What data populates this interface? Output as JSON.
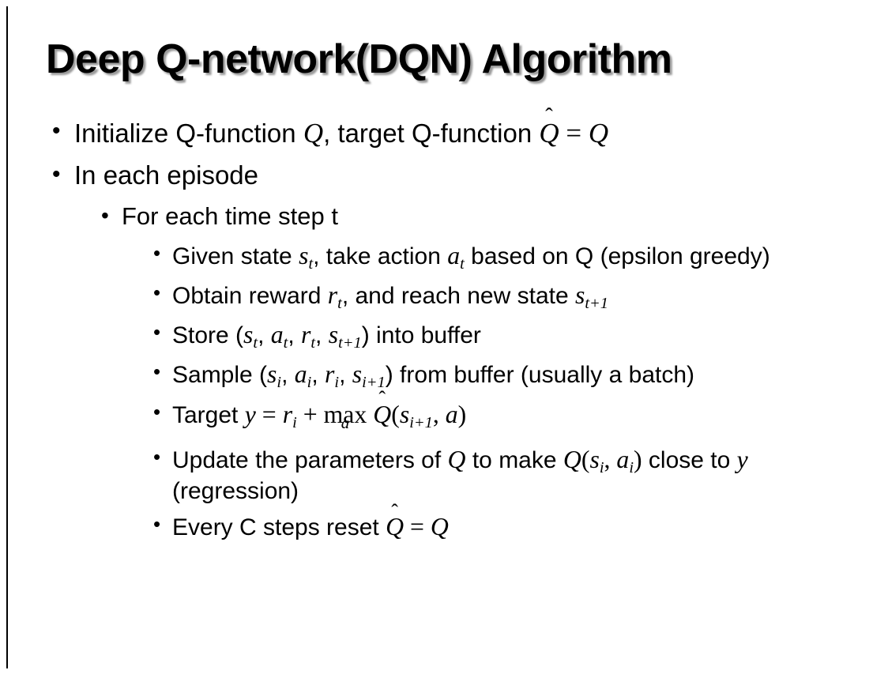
{
  "slide": {
    "title": "Deep Q-network(DQN) Algorithm",
    "background_color": "#ffffff",
    "text_color": "#000000",
    "rule_color": "#000000",
    "bullet_glyph": "•"
  },
  "content": {
    "b1": {
      "level": 1,
      "pre": "Initialize Q-function ",
      "var1": "Q",
      "mid": ", target Q-function ",
      "qhat": "Q",
      "hat": "̂",
      "eq": "=",
      "var2": "Q"
    },
    "b2": {
      "level": 1,
      "text": "In each episode"
    },
    "b3": {
      "level": 2,
      "text": "For each time step t"
    },
    "b4": {
      "level": 3,
      "pre": "Given state ",
      "v1": "s",
      "v1sub": "t",
      "mid": ", take action ",
      "v2": "a",
      "v2sub": "t",
      "post": " based on Q (epsilon greedy)"
    },
    "b5": {
      "level": 3,
      "pre": "Obtain reward ",
      "v1": "r",
      "v1sub": "t",
      "mid": ", and reach new state ",
      "v2": "s",
      "v2sub": "t+1"
    },
    "b6": {
      "level": 3,
      "pre": "Store (",
      "v1": "s",
      "v1sub": "t",
      "sep1": ", ",
      "v2": "a",
      "v2sub": "t",
      "sep2": ", ",
      "v3": "r",
      "v3sub": "t",
      "sep3": ", ",
      "v4": "s",
      "v4sub": "t+1",
      "post": ") into buffer"
    },
    "b7": {
      "level": 3,
      "pre": "Sample (",
      "v1": "s",
      "v1sub": "i",
      "sep1": ", ",
      "v2": "a",
      "v2sub": "i",
      "sep2": ", ",
      "v3": "r",
      "v3sub": "i",
      "sep3": ", ",
      "v4": "s",
      "v4sub": "i+1",
      "post": ") from buffer (usually a batch)"
    },
    "b8": {
      "level": 3,
      "pre": "Target ",
      "y": "y",
      "eq": "=",
      "r": "r",
      "rsub": "i",
      "plus": "+",
      "max": "max",
      "maxlimit": "a",
      "qhat": "Q",
      "hat": "̂",
      "open": "(",
      "s": "s",
      "ssub": "i+1",
      "comma": ", ",
      "a": "a",
      "close": ")"
    },
    "b9": {
      "level": 3,
      "pre": "Update the parameters of ",
      "q1": "Q",
      "mid": " to make ",
      "q2": "Q",
      "open": "(",
      "s": "s",
      "ssub": "i",
      "comma": ", ",
      "a": "a",
      "asub": "i",
      "close": ")",
      "post1": " close to ",
      "y": "y",
      "post2": " (regression)"
    },
    "b10": {
      "level": 3,
      "pre": "Every C steps reset ",
      "qhat": "Q",
      "hat": "̂",
      "eq": "=",
      "q": "Q"
    }
  }
}
